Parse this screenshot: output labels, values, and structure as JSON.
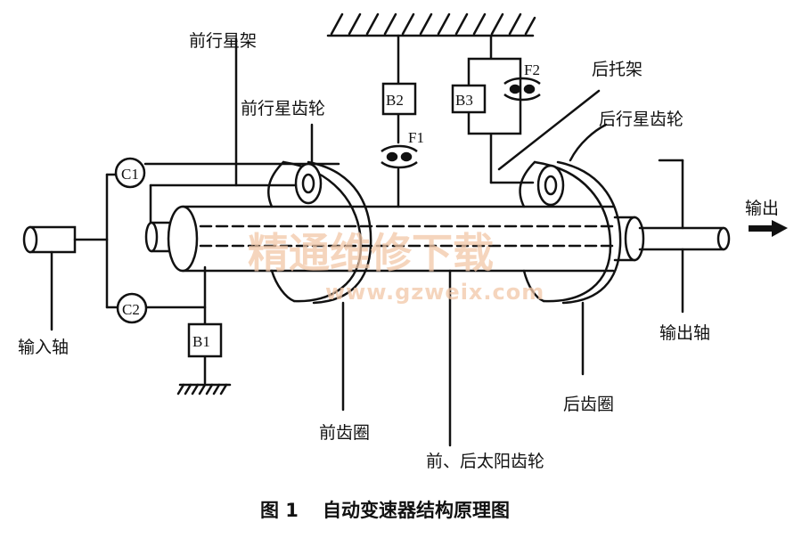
{
  "labels": {
    "front_carrier": "前行星架",
    "front_planet_gear": "前行星齿轮",
    "rear_carrier": "后托架",
    "rear_planet_gear": "后行星齿轮",
    "output": "输出",
    "output_shaft": "输出轴",
    "input_shaft": "输入轴",
    "front_ring_gear": "前齿圈",
    "rear_ring_gear": "后齿圈",
    "sun_gear": "前、后太阳齿轮"
  },
  "components": {
    "c1": "C1",
    "c2": "C2",
    "b1": "B1",
    "b2": "B2",
    "b3": "B3",
    "f1": "F1",
    "f2": "F2"
  },
  "watermark": {
    "text": "精通维修下载",
    "url": "www.gzweix.com"
  },
  "caption": {
    "number": "图 1",
    "title": "自动变速器结构原理图"
  }
}
